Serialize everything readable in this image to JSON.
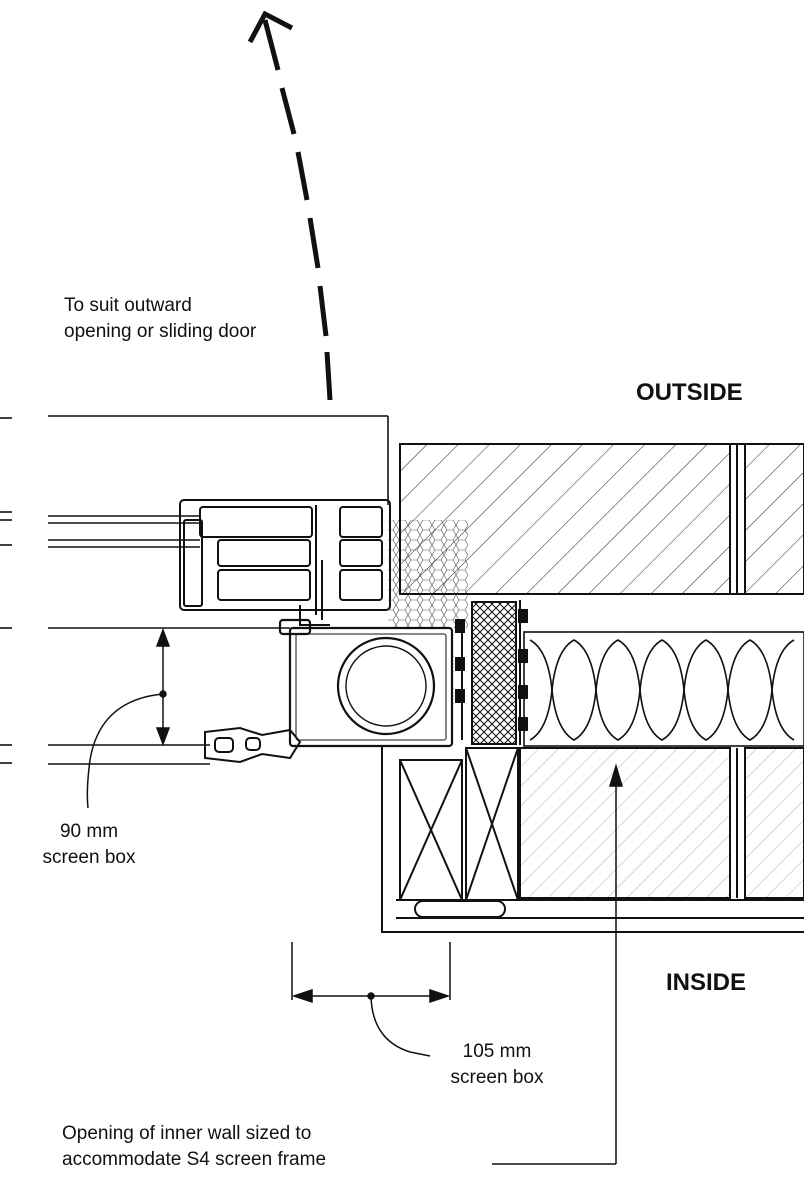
{
  "labels": {
    "door_note_line1": "To suit outward",
    "door_note_line2": "opening or sliding door",
    "outside": "OUTSIDE",
    "inside": "INSIDE",
    "box90_line1": "90 mm",
    "box90_line2": "screen box",
    "box105_line1": "105 mm",
    "box105_line2": "screen box",
    "inner_wall_line1": "Opening of inner wall sized to",
    "inner_wall_line2": "accommodate S4 screen frame"
  },
  "colors": {
    "ink": "#111111",
    "background": "#ffffff",
    "hatch": "#222222",
    "light_hatch": "#9a9a9a"
  }
}
